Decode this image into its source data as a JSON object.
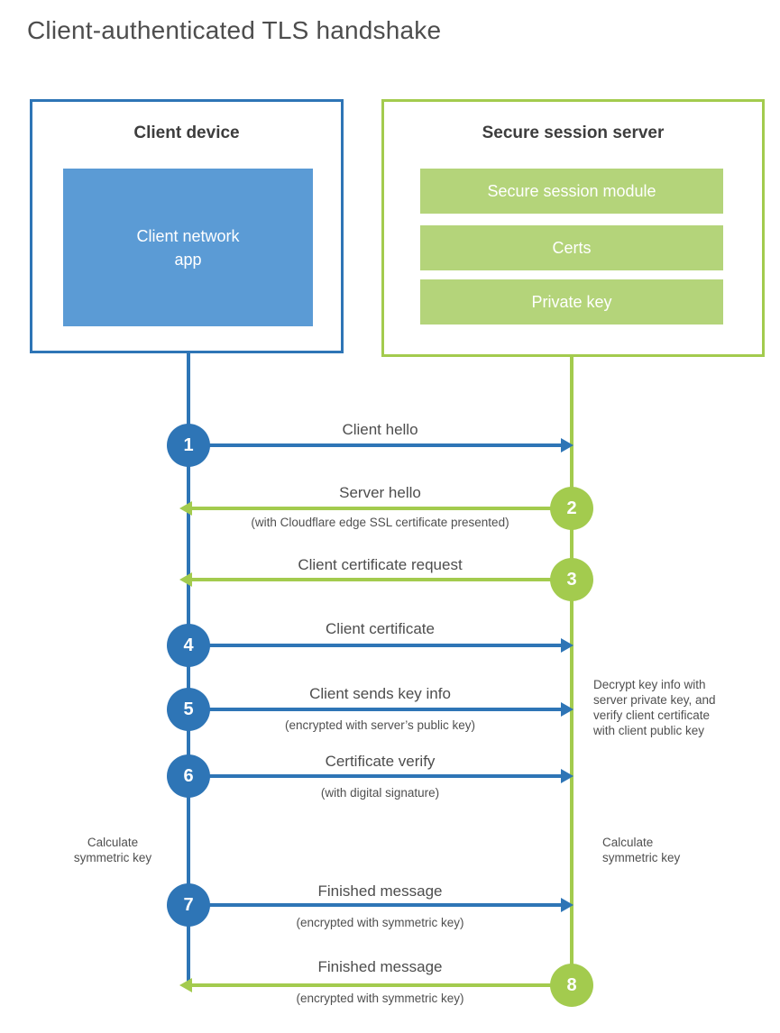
{
  "title": "Client-authenticated TLS handshake",
  "colors": {
    "client_blue": "#2e75b6",
    "client_fill_blue": "#5b9bd5",
    "server_green": "#a3cb4e",
    "server_fill_green": "#b4d47a"
  },
  "client_device": {
    "title": "Client device",
    "module": "Client network\napp"
  },
  "server": {
    "title": "Secure session server",
    "modules": [
      "Secure session module",
      "Certs",
      "Private key"
    ]
  },
  "steps": [
    {
      "num": "1",
      "from": "client",
      "direction": "right",
      "label": "Client hello",
      "sub": ""
    },
    {
      "num": "2",
      "from": "server",
      "direction": "left",
      "label": "Server hello",
      "sub": "(with Cloudflare edge SSL certificate presented)"
    },
    {
      "num": "3",
      "from": "server",
      "direction": "left",
      "label": "Client certificate request",
      "sub": ""
    },
    {
      "num": "4",
      "from": "client",
      "direction": "right",
      "label": "Client certificate",
      "sub": ""
    },
    {
      "num": "5",
      "from": "client",
      "direction": "right",
      "label": "Client sends key info",
      "sub": "(encrypted with server’s public key)"
    },
    {
      "num": "6",
      "from": "client",
      "direction": "right",
      "label": "Certificate verify",
      "sub": "(with digital signature)"
    },
    {
      "num": "7",
      "from": "client",
      "direction": "right",
      "label": "Finished message",
      "sub": "(encrypted with symmetric key)"
    },
    {
      "num": "8",
      "from": "server",
      "direction": "left",
      "label": "Finished message",
      "sub": "(encrypted with symmetric key)"
    }
  ],
  "notes": {
    "server_decrypt": "Decrypt key info with\nserver private key, and\nverify client certificate\nwith client public key",
    "client_calculate": "Calculate\nsymmetric key",
    "server_calculate": "Calculate\nsymmetric key"
  }
}
